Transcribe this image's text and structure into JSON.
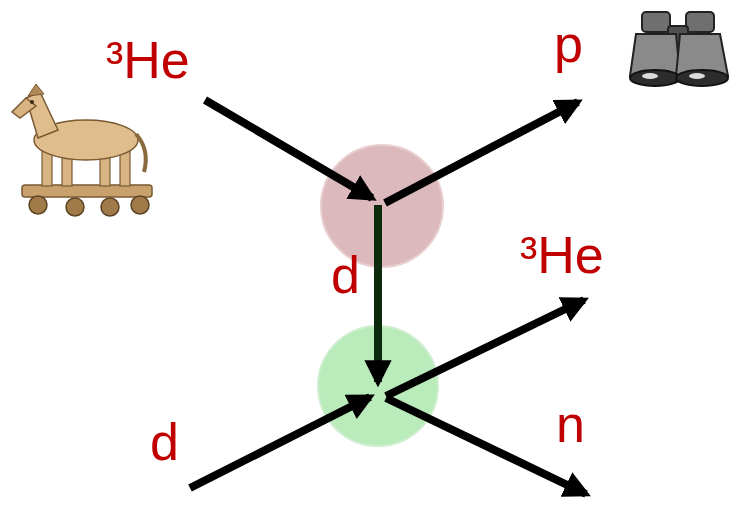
{
  "diagram": {
    "labels": [
      "³He",
      "p",
      "d",
      "³He",
      "d",
      "n"
    ]
  }
}
